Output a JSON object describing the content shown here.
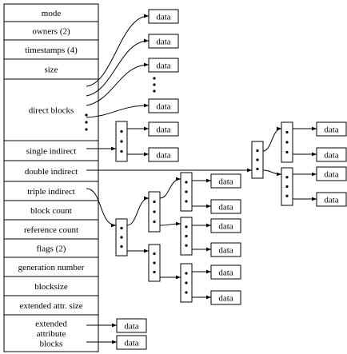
{
  "inode_fields": [
    {
      "id": "mode",
      "lines": [
        "mode"
      ]
    },
    {
      "id": "owners",
      "lines": [
        "owners (2)"
      ]
    },
    {
      "id": "timestamps",
      "lines": [
        "timestamps (4)"
      ]
    },
    {
      "id": "size",
      "lines": [
        "size"
      ]
    },
    {
      "id": "direct-blocks",
      "lines": [
        "direct blocks"
      ]
    },
    {
      "id": "single-indirect",
      "lines": [
        "single indirect"
      ]
    },
    {
      "id": "double-indirect",
      "lines": [
        "double indirect"
      ]
    },
    {
      "id": "triple-indirect",
      "lines": [
        "triple indirect"
      ]
    },
    {
      "id": "block-count",
      "lines": [
        "block count"
      ]
    },
    {
      "id": "reference-count",
      "lines": [
        "reference count"
      ]
    },
    {
      "id": "flags",
      "lines": [
        "flags (2)"
      ]
    },
    {
      "id": "generation-number",
      "lines": [
        "generation number"
      ]
    },
    {
      "id": "blocksize",
      "lines": [
        "blocksize"
      ]
    },
    {
      "id": "extended-attr-size",
      "lines": [
        "extended attr. size"
      ]
    },
    {
      "id": "extended-attribute-blocks",
      "lines": [
        "extended",
        "attribute",
        "blocks"
      ]
    }
  ],
  "data_label": "data"
}
